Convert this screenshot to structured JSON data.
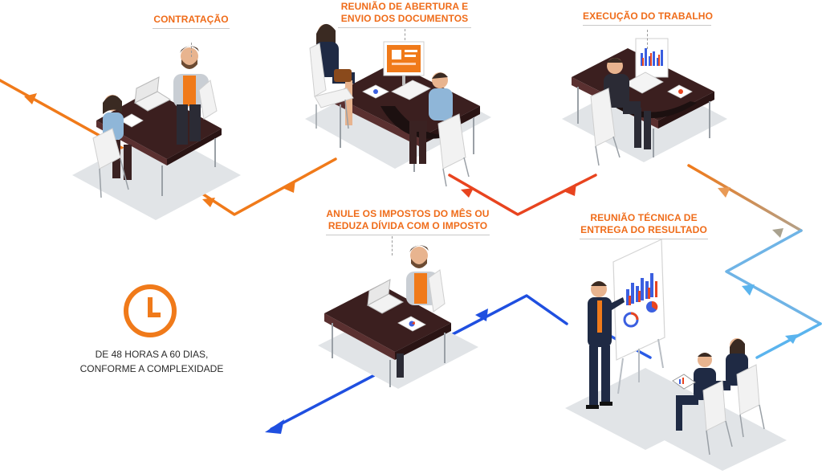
{
  "steps": [
    {
      "lines": [
        "CONTRATAÇÃO"
      ]
    },
    {
      "lines": [
        "REUNIÃO DE ABERTURA E",
        "ENVIO DOS DOCUMENTOS"
      ]
    },
    {
      "lines": [
        "EXECUÇÃO DO TRABALHO"
      ]
    },
    {
      "lines": [
        "ANULE OS IMPOSTOS DO MÊS OU",
        "REDUZA DÍVIDA COM O IMPOSTO"
      ]
    },
    {
      "lines": [
        "REUNIÃO TÉCNICA DE",
        "ENTREGA DO RESULTADO"
      ]
    }
  ],
  "duration": {
    "line1": "DE 48 HORAS A 60 DIAS,",
    "line2": "CONFORME A COMPLEXIDADE"
  },
  "icons": [
    "clock-icon",
    "arrow-icon",
    "desk-icon",
    "person-icon",
    "chair-icon",
    "laptop-icon",
    "monitor-icon",
    "flipchart-icon",
    "tablet-icon"
  ],
  "colors": {
    "accent": "#ef6c1a",
    "path_orange": "#f07a1a",
    "path_red": "#e8441f",
    "path_tan": "#c9a47a",
    "path_gray": "#a9a28f",
    "path_lightblue": "#5ab4ee",
    "path_blue": "#1f4fe0",
    "desk_top": "#3b1f1f",
    "floor": "#e1e4e7"
  }
}
